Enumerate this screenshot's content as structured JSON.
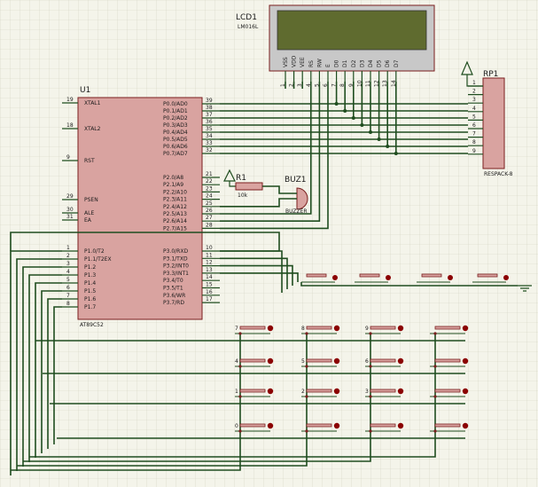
{
  "lcd": {
    "ref": "LCD1",
    "part": "LM016L",
    "pins": [
      "VSS",
      "VDD",
      "VEE",
      "RS",
      "RW",
      "E",
      "D0",
      "D1",
      "D2",
      "D3",
      "D4",
      "D5",
      "D6",
      "D7"
    ],
    "pin_numbers": [
      "1",
      "2",
      "3",
      "4",
      "5",
      "6",
      "7",
      "8",
      "9",
      "10",
      "11",
      "12",
      "13",
      "14"
    ]
  },
  "mcu": {
    "ref": "U1",
    "part": "AT89C52",
    "left_pins": [
      {
        "num": "19",
        "name": "XTAL1"
      },
      {
        "num": "18",
        "name": "XTAL2"
      },
      {
        "num": "9",
        "name": "RST"
      },
      {
        "num": "29",
        "name": "PSEN"
      },
      {
        "num": "30",
        "name": "ALE"
      },
      {
        "num": "31",
        "name": "EA"
      },
      {
        "num": "1",
        "name": "P1.0/T2"
      },
      {
        "num": "2",
        "name": "P1.1/T2EX"
      },
      {
        "num": "3",
        "name": "P1.2"
      },
      {
        "num": "4",
        "name": "P1.3"
      },
      {
        "num": "5",
        "name": "P1.4"
      },
      {
        "num": "6",
        "name": "P1.5"
      },
      {
        "num": "7",
        "name": "P1.6"
      },
      {
        "num": "8",
        "name": "P1.7"
      }
    ],
    "right_pins": [
      {
        "num": "39",
        "name": "P0.0/AD0"
      },
      {
        "num": "38",
        "name": "P0.1/AD1"
      },
      {
        "num": "37",
        "name": "P0.2/AD2"
      },
      {
        "num": "36",
        "name": "P0.3/AD3"
      },
      {
        "num": "35",
        "name": "P0.4/AD4"
      },
      {
        "num": "34",
        "name": "P0.5/AD5"
      },
      {
        "num": "33",
        "name": "P0.6/AD6"
      },
      {
        "num": "32",
        "name": "P0.7/AD7"
      },
      {
        "num": "21",
        "name": "P2.0/A8"
      },
      {
        "num": "22",
        "name": "P2.1/A9"
      },
      {
        "num": "23",
        "name": "P2.2/A10"
      },
      {
        "num": "24",
        "name": "P2.3/A11"
      },
      {
        "num": "25",
        "name": "P2.4/A12"
      },
      {
        "num": "26",
        "name": "P2.5/A13"
      },
      {
        "num": "27",
        "name": "P2.6/A14"
      },
      {
        "num": "28",
        "name": "P2.7/A15"
      },
      {
        "num": "10",
        "name": "P3.0/RXD"
      },
      {
        "num": "11",
        "name": "P3.1/TXD"
      },
      {
        "num": "12",
        "name": "P3.2/INT0"
      },
      {
        "num": "13",
        "name": "P3.3/INT1"
      },
      {
        "num": "14",
        "name": "P3.4/T0"
      },
      {
        "num": "15",
        "name": "P3.5/T1"
      },
      {
        "num": "16",
        "name": "P3.6/WR"
      },
      {
        "num": "17",
        "name": "P3.7/RD"
      }
    ]
  },
  "rp1": {
    "ref": "RP1",
    "part": "RESPACK-8",
    "pins": [
      "1",
      "2",
      "3",
      "4",
      "5",
      "6",
      "7",
      "8",
      "9"
    ]
  },
  "r1": {
    "ref": "R1",
    "value": "10k"
  },
  "buz1": {
    "ref": "BUZ1",
    "part": "BUZZER"
  },
  "keypad_labels": [
    "7",
    "8",
    "9",
    "4",
    "5",
    "6",
    "1",
    "2",
    "3",
    "0"
  ],
  "colors": {
    "wire": "#1f4d1f",
    "component": "#7a1e1e",
    "lcd_screen": "#5f6b2f",
    "grid": "#cfcfbf"
  }
}
